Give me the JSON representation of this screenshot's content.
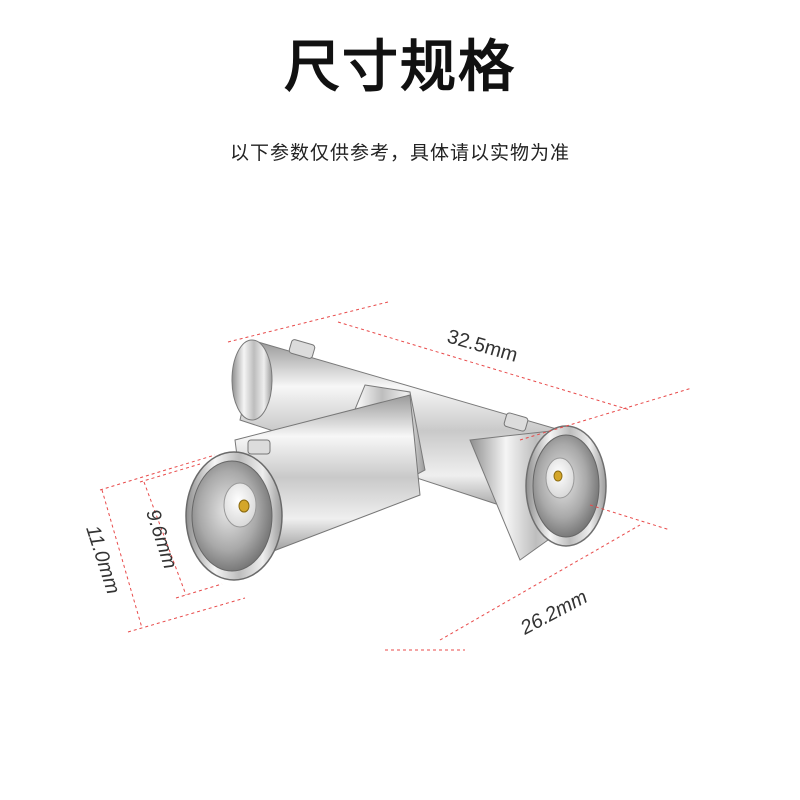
{
  "header": {
    "title": "尺寸规格",
    "subtitle": "以下参数仅供参考，具体请以实物为准"
  },
  "dimensions": {
    "length": "32.5mm",
    "width": "26.2mm",
    "outer_diameter": "11.0mm",
    "inner_diameter": "9.6mm"
  },
  "colors": {
    "dimension_line": "#e84a4a",
    "metal_light": "#f2f2f2",
    "metal_dark": "#8c8c8c"
  }
}
